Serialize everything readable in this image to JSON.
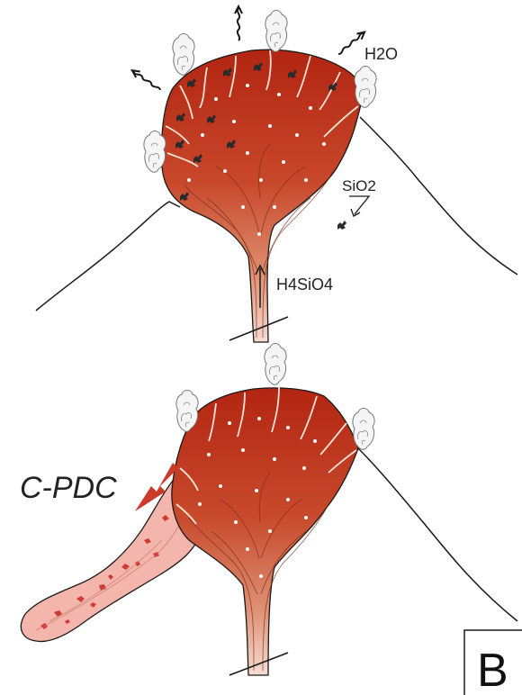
{
  "labels": {
    "h2o": "H2O",
    "sio2": "SiO2",
    "h4sio4": "H4SiO4",
    "cpdc": "C-PDC",
    "panel": "B"
  },
  "colors": {
    "dome_top": "#b52a14",
    "dome_mid": "#cc5a3a",
    "dome_base": "#f1d3c6",
    "flow_fill": "#f4b8b0",
    "flow_blob": "#cf3b31",
    "arrow_red": "#cc3a2a",
    "line": "#1a1a1a",
    "fracture": "#fbe6dc"
  },
  "icons": [
    "steam-plume-icon",
    "wavy-gas-arrow-icon",
    "flow-direction-arrow-icon"
  ]
}
